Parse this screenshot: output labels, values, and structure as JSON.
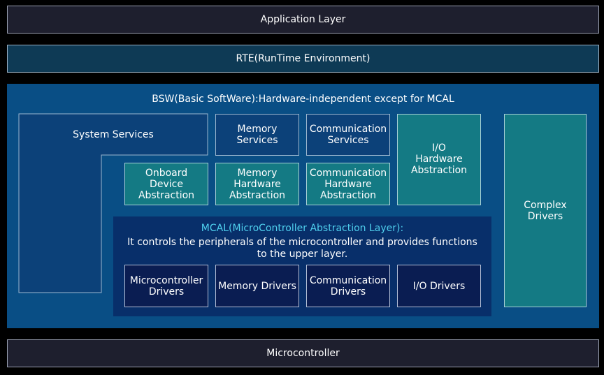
{
  "layers": {
    "application": "Application Layer",
    "rte": "RTE(RunTime Environment)",
    "microcontroller": "Microcontroller"
  },
  "bsw": {
    "title": "BSW(Basic SoftWare):Hardware-independent except for MCAL",
    "system_services": "System Services",
    "memory_services": "Memory\nServices",
    "communication_services": "Communication\nServices",
    "io_hardware_abstraction": "I/O\nHardware\nAbstraction",
    "onboard_device_abstraction": "Onboard\nDevice\nAbstraction",
    "memory_hardware_abstraction": "Memory\nHardware\nAbstraction",
    "communication_hardware_abstraction": "Communication\nHardware\nAbstraction",
    "complex_drivers": "Complex\nDrivers"
  },
  "mcal": {
    "title": "MCAL(MicroController Abstraction Layer):",
    "description": "It controls the peripherals of the microcontroller and provides functions\nto the upper layer.",
    "title_color": "#4fd0ee",
    "drivers": {
      "microcontroller": "Microcontroller\nDrivers",
      "memory": "Memory Drivers",
      "communication": "Communication\nDrivers",
      "io": "I/O Drivers"
    }
  },
  "colors": {
    "background": "#000000",
    "bsw": "#094e85",
    "teal": "#147a84",
    "mcal": "#082f6a"
  }
}
